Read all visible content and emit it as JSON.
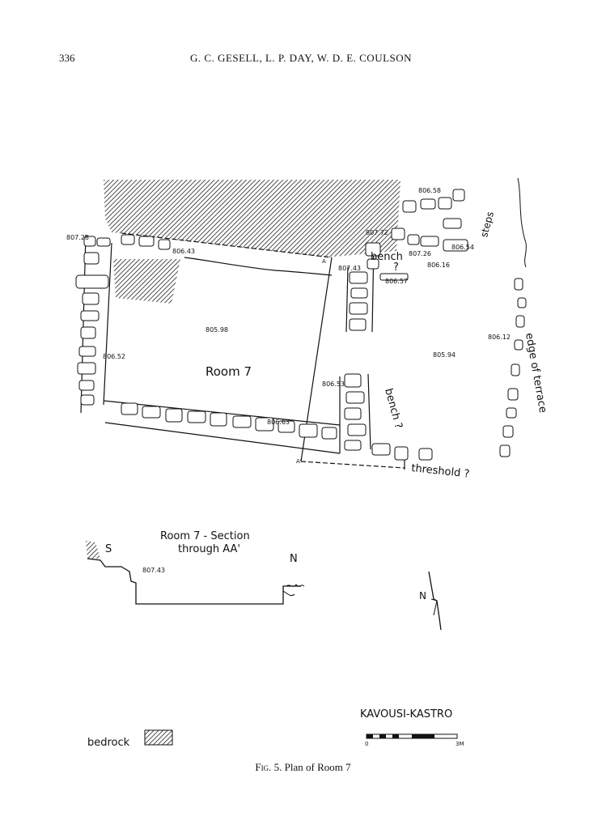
{
  "header": {
    "page_number": "336",
    "authors": "G. C. GESELL, L. P. DAY, W. D. E. COULSON"
  },
  "plan": {
    "room_label": "Room 7",
    "site_title": "KAVOUSI-KASTRO",
    "elevations": {
      "e806_58": "806.58",
      "e807_72": "807.72",
      "e807_28": "807.28",
      "e806_43": "806.43",
      "e806_54": "806.54",
      "e807_26": "807.26",
      "e806_16": "806.16",
      "e807_43": "807.43",
      "e806_57": "806.57",
      "e805_98": "805.98",
      "e806_12": "806.12",
      "e806_52": "806.52",
      "e805_94": "805.94",
      "e806_53": "806.53",
      "e806_63": "806.63"
    },
    "notes": {
      "steps": "steps",
      "bench_upper": "bench",
      "bench_upper_q": "?",
      "bench_lower": "bench ?",
      "threshold": "threshold ?",
      "edge_of_terrace": "edge of terrace",
      "section_a": "A",
      "section_a_prime": "A'"
    },
    "section": {
      "title_line1": "Room 7 - Section",
      "title_line2": "through AA'",
      "south": "S",
      "north": "N",
      "elevation": "807.43"
    },
    "north_arrow": "N",
    "scale": {
      "start": "0",
      "end": "3M"
    },
    "legend": {
      "bedrock_label": "bedrock"
    }
  },
  "caption": {
    "prefix": "Fig.",
    "text": "5. Plan of Room 7"
  }
}
